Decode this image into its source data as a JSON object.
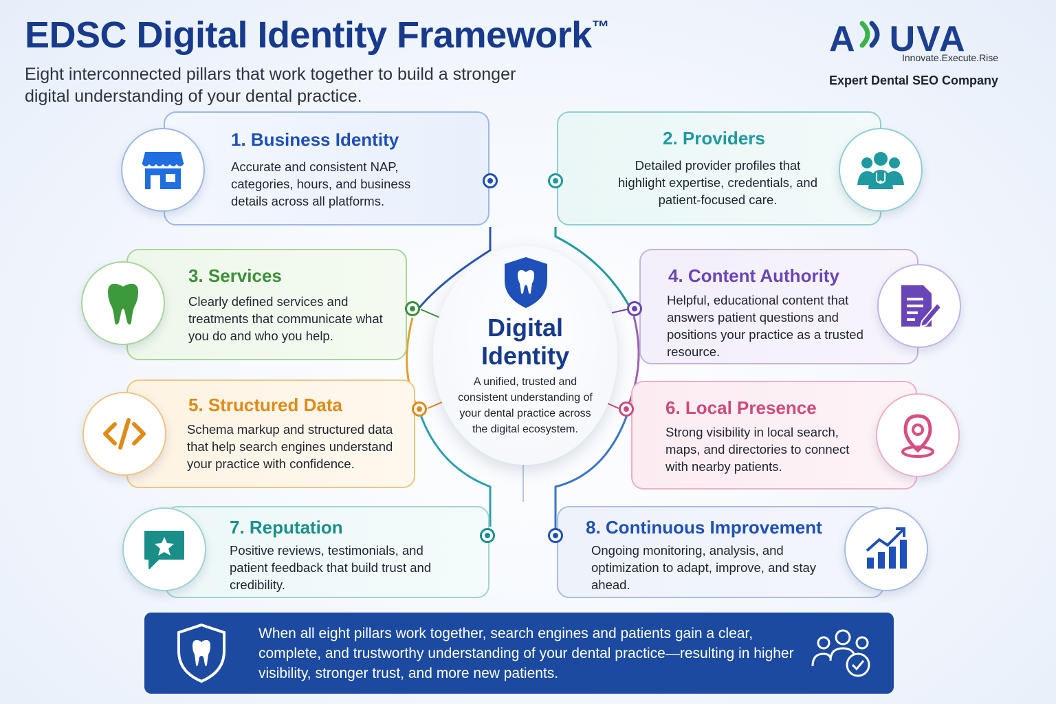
{
  "header": {
    "title": "EDSC Digital Identity Framework",
    "trademark": "™",
    "subtitle": "Eight interconnected pillars that work together to build a stronger digital understanding of your dental practice."
  },
  "logo": {
    "wordmark_left": "A",
    "wordmark_right": "UVA",
    "tagline": "Innovate.Execute.Rise",
    "caption": "Expert Dental SEO Company",
    "colors": {
      "navy": "#1c3f8f",
      "green": "#3bb24a"
    }
  },
  "hub": {
    "title": "Digital\nIdentity",
    "description": "A unified, trusted and consistent understanding of your dental practice across the digital ecosystem.",
    "icon": "tooth-shield-icon"
  },
  "pillars": [
    {
      "title": "1. Business Identity",
      "description": "Accurate and consistent NAP, categories, hours, and business details across all platforms.",
      "icon": "storefront-icon",
      "color": "#1f4fb8"
    },
    {
      "title": "2. Providers",
      "description": "Detailed provider profiles that highlight expertise, credentials, and patient-focused care.",
      "icon": "doctors-team-icon",
      "color": "#1e9aa0"
    },
    {
      "title": "3. Services",
      "description": "Clearly defined services and treatments that communicate what you do and who you help.",
      "icon": "tooth-icon",
      "color": "#3d8f3a"
    },
    {
      "title": "4. Content Authority",
      "description": "Helpful, educational content that answers patient questions and positions your practice as a trusted resource.",
      "icon": "document-edit-icon",
      "color": "#6a45b8"
    },
    {
      "title": "5. Structured Data",
      "description": "Schema markup and structured data that help search engines understand your practice with confidence.",
      "icon": "code-icon",
      "color": "#e08a17"
    },
    {
      "title": "6. Local Presence",
      "description": "Strong visibility in local search, maps, and directories to connect with nearby patients.",
      "icon": "map-pin-icon",
      "color": "#cf4a7a"
    },
    {
      "title": "7. Reputation",
      "description": "Positive reviews, testimonials, and patient feedback that build trust and credibility.",
      "icon": "star-review-icon",
      "color": "#1a8f8a"
    },
    {
      "title": "8. Continuous Improvement",
      "description": "Ongoing monitoring, analysis, and optimization to adapt, improve, and stay ahead.",
      "icon": "growth-chart-icon",
      "color": "#1f4fb8"
    }
  ],
  "footer": {
    "text": "When all eight pillars work together, search engines and patients gain a clear, complete, and trustworthy understanding of your dental practice—resulting in higher visibility, stronger trust, and more new patients.",
    "left_icon": "tooth-shield-icon",
    "right_icon": "users-check-icon",
    "background": "#1b4aa0"
  }
}
